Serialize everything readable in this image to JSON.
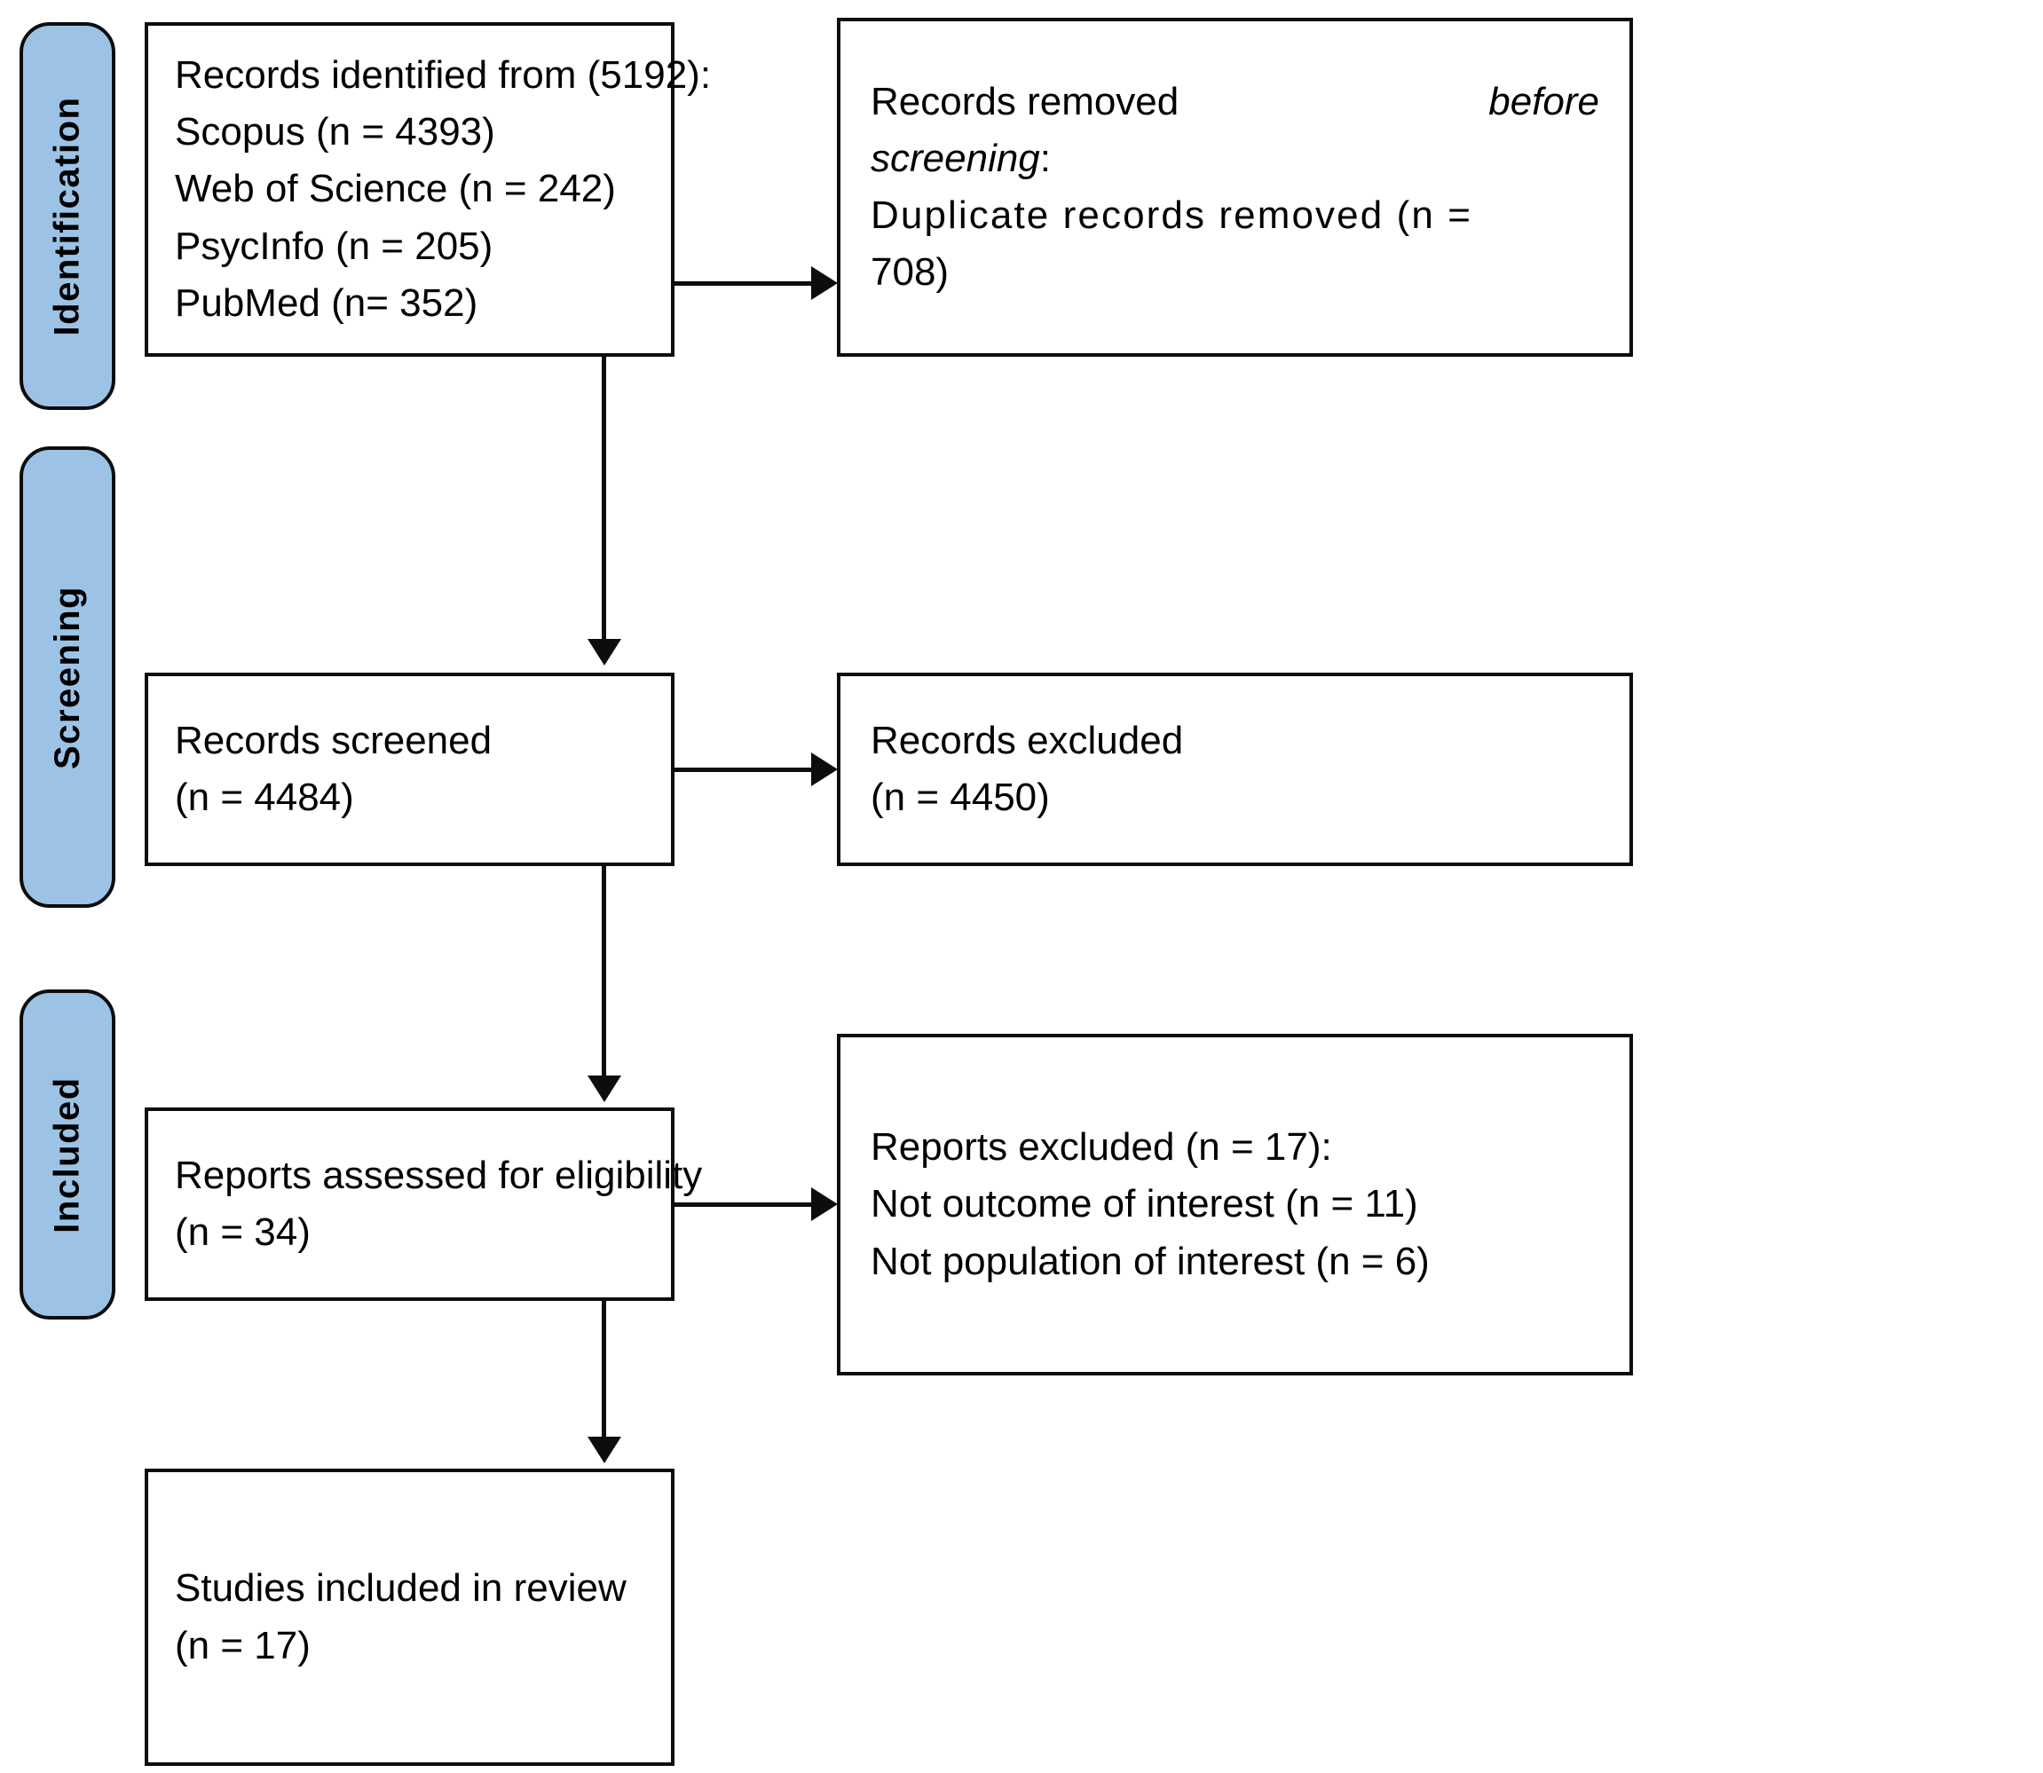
{
  "diagram": {
    "title": "PRISMA 2020 flow diagram",
    "accent_color": "#9CC3E5",
    "line_color": "#0d0d0d",
    "background_color": "#ffffff"
  },
  "stages": [
    {
      "id": "identification",
      "label": "Identification"
    },
    {
      "id": "screening",
      "label": "Screening"
    },
    {
      "id": "included",
      "label": "Included"
    }
  ],
  "boxes": {
    "identified": {
      "lines": [
        "Records identified from (5192):",
        "Scopus (n = 4393)",
        "Web of Science (n = 242)",
        "PsycInfo (n = 205)",
        "PubMed (n= 352)"
      ]
    },
    "removed_before_screening": {
      "line1_a": "Records removed",
      "line1_b": "before",
      "line2": "screening",
      "line2_colon": ":",
      "line3": "Duplicate records removed (n =",
      "line4": "708)"
    },
    "records_screened": {
      "lines": [
        "Records screened",
        "(n = 4484)"
      ]
    },
    "records_excluded": {
      "lines": [
        "Records excluded",
        "(n = 4450)"
      ]
    },
    "reports_assessed": {
      "lines": [
        "Reports assessed for eligibility",
        "(n = 34)"
      ]
    },
    "reports_excluded": {
      "lines": [
        "Reports excluded (n = 17):",
        "Not outcome of interest (n = 11)",
        "Not population of interest (n = 6)"
      ]
    },
    "studies_included": {
      "lines": [
        "Studies included in review",
        "(n = 17)"
      ]
    }
  },
  "chart_data": {
    "type": "table",
    "title": "PRISMA 2020 flow diagram",
    "stages": [
      "Identification",
      "Screening",
      "Included"
    ],
    "records_identified_total": 5192,
    "sources": [
      {
        "name": "Scopus",
        "n": 4393
      },
      {
        "name": "Web of Science",
        "n": 242
      },
      {
        "name": "PsycInfo",
        "n": 205
      },
      {
        "name": "PubMed",
        "n": 352
      }
    ],
    "duplicate_records_removed": 708,
    "records_screened": 4484,
    "records_excluded": 4450,
    "reports_assessed_for_eligibility": 34,
    "reports_excluded_total": 17,
    "reports_excluded_reasons": [
      {
        "reason": "Not outcome of interest",
        "n": 11
      },
      {
        "reason": "Not population of interest",
        "n": 6
      }
    ],
    "studies_included_in_review": 17
  }
}
